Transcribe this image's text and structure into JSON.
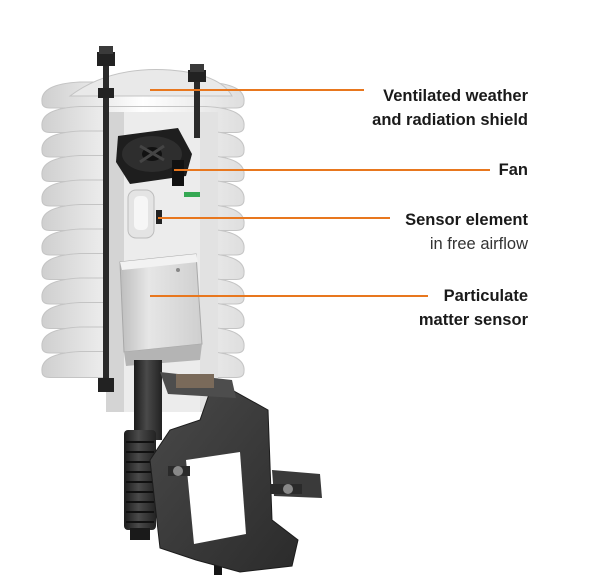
{
  "colors": {
    "leader": "#e8771e",
    "shield_light": "#f4f4f4",
    "shield_shade": "#d9d9d9",
    "metal_dark": "#3c3c3c",
    "fan": "#1e1e1e",
    "sensor_box": "#dcdcdc",
    "text": "#1a1a1a"
  },
  "labels": {
    "shield": {
      "line1": "Ventilated weather",
      "line2": "and radiation shield"
    },
    "fan": {
      "line1": "Fan"
    },
    "sensor": {
      "line1": "Sensor element",
      "line2": "in free airflow"
    },
    "pm": {
      "line1": "Particulate",
      "line2": "matter sensor"
    }
  }
}
